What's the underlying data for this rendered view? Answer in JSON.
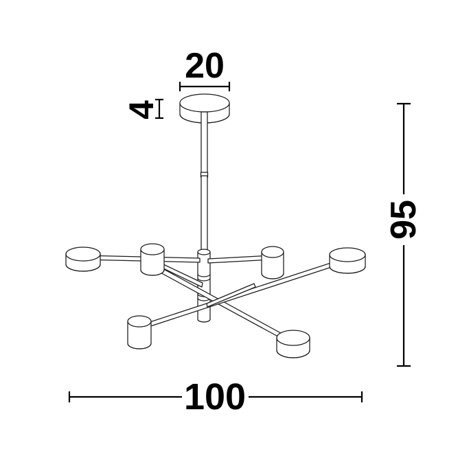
{
  "drawing": {
    "title": "Pendant chandelier dimensional drawing",
    "background_color": "#ffffff",
    "line_color": "#1b1b1b",
    "dimension_color": "#000000",
    "units_note": "",
    "product": {
      "type": "6-arm pendant chandelier",
      "canopy": "round ceiling canopy",
      "stem": "vertical suspension rod",
      "arm_count": 6,
      "shade_count": 6
    }
  },
  "dimensions": {
    "canopy_diameter": {
      "label": "20",
      "orientation": "horizontal",
      "position": "top"
    },
    "canopy_height": {
      "label": "4",
      "orientation": "vertical-rotated",
      "position": "top-left"
    },
    "total_height": {
      "label": "95",
      "orientation": "vertical-rotated",
      "position": "right"
    },
    "total_width": {
      "label": "100",
      "orientation": "horizontal",
      "position": "bottom"
    }
  },
  "chart_data": {
    "type": "table",
    "title": "Pendant chandelier dimensions",
    "categories": [
      "Canopy diameter",
      "Canopy height",
      "Total height",
      "Total width"
    ],
    "values": [
      20,
      4,
      95,
      100
    ],
    "labels": [
      "20",
      "4",
      "95",
      "100"
    ],
    "xlabel": "",
    "ylabel": ""
  }
}
